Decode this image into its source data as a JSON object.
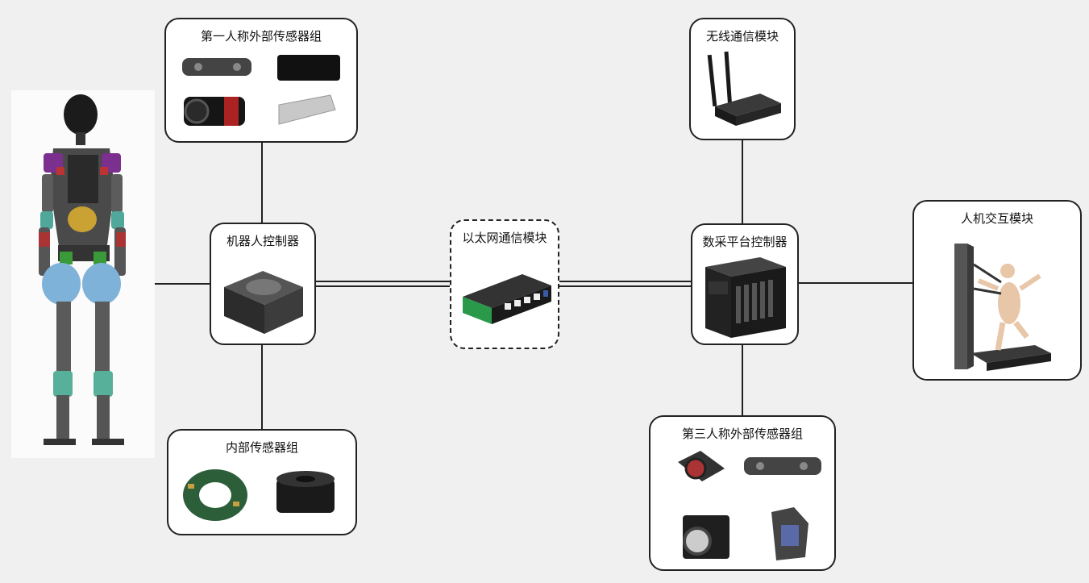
{
  "nodes": {
    "first_person_sensors": {
      "title": "第一人称外部传感器组"
    },
    "robot_controller": {
      "title": "机器人控制器"
    },
    "internal_sensors": {
      "title": "内部传感器组"
    },
    "ethernet_module": {
      "title": "以太网通信模块"
    },
    "wireless_module": {
      "title": "无线通信模块"
    },
    "data_platform_controller": {
      "title": "数采平台控制器"
    },
    "hci_module": {
      "title": "人机交互模块"
    },
    "third_person_sensors": {
      "title": "第三人称外部传感器组"
    }
  }
}
